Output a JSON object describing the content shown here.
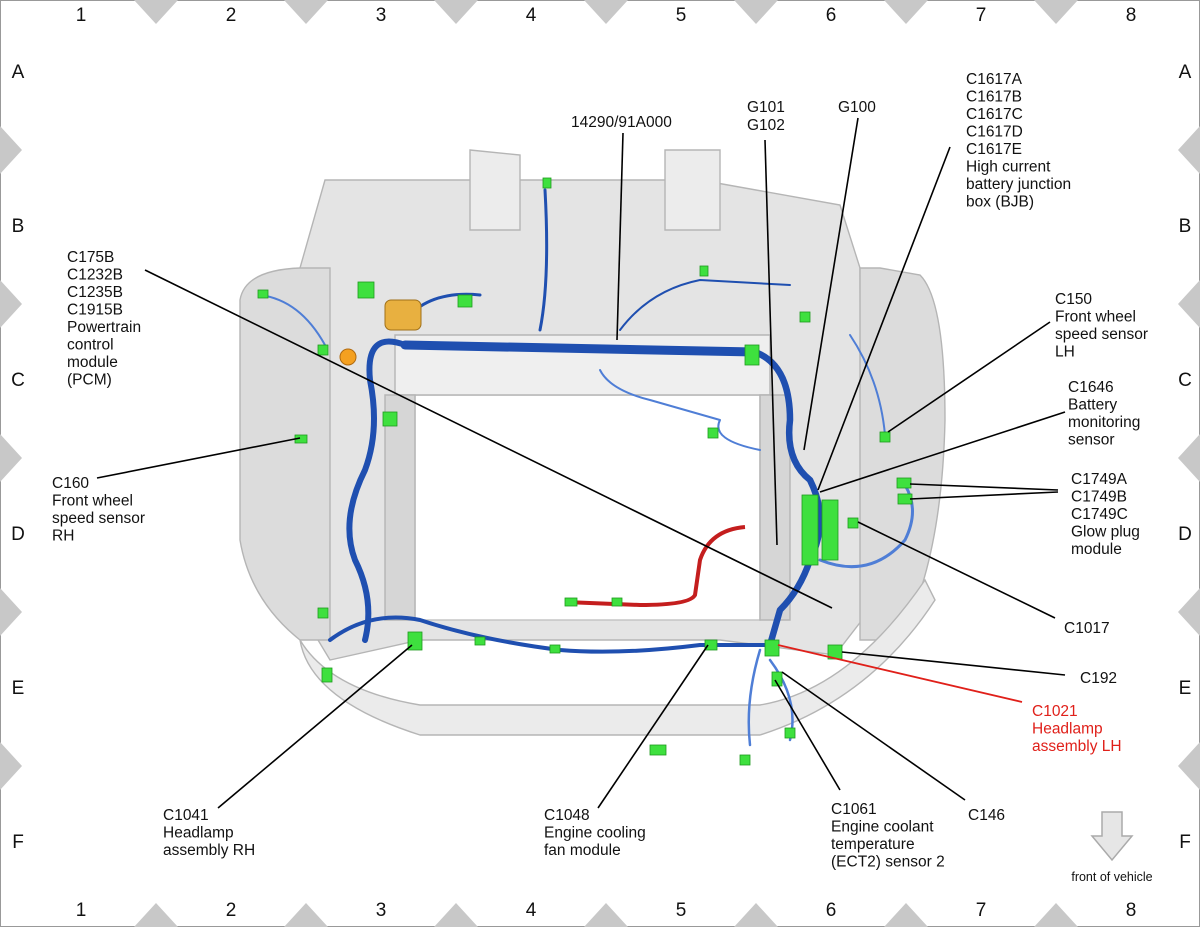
{
  "grid": {
    "columns": [
      "1",
      "2",
      "3",
      "4",
      "5",
      "6",
      "7",
      "8"
    ],
    "rows": [
      "A",
      "B",
      "C",
      "D",
      "E",
      "F"
    ]
  },
  "labels": [
    {
      "id": "label-14290",
      "lines": [
        "14290/91A000"
      ],
      "highlight": false
    },
    {
      "id": "label-g101-g102",
      "lines": [
        "G101",
        "G102"
      ],
      "highlight": false
    },
    {
      "id": "label-g100",
      "lines": [
        "G100"
      ],
      "highlight": false
    },
    {
      "id": "label-c1617-bjb",
      "lines": [
        "C1617A",
        "C1617B",
        "C1617C",
        "C1617D",
        "C1617E",
        "High current",
        "battery junction",
        "box (BJB)"
      ],
      "highlight": false
    },
    {
      "id": "label-c175b-pcm",
      "lines": [
        "C175B",
        "C1232B",
        "C1235B",
        "C1915B",
        "Powertrain",
        "control",
        "module",
        "(PCM)"
      ],
      "highlight": false
    },
    {
      "id": "label-c150",
      "lines": [
        "C150",
        "Front wheel",
        "speed sensor",
        "LH"
      ],
      "highlight": false
    },
    {
      "id": "label-c1646",
      "lines": [
        "C1646",
        "Battery",
        "monitoring",
        "sensor"
      ],
      "highlight": false
    },
    {
      "id": "label-c160",
      "lines": [
        "C160",
        "Front wheel",
        "speed sensor",
        "RH"
      ],
      "highlight": false
    },
    {
      "id": "label-c1749",
      "lines": [
        "C1749A",
        "C1749B",
        "C1749C",
        "Glow plug",
        "module"
      ],
      "highlight": false
    },
    {
      "id": "label-c1017",
      "lines": [
        "C1017"
      ],
      "highlight": false
    },
    {
      "id": "label-c192",
      "lines": [
        "C192"
      ],
      "highlight": false
    },
    {
      "id": "label-c1021",
      "lines": [
        "C1021",
        "Headlamp",
        "assembly LH"
      ],
      "highlight": true
    },
    {
      "id": "label-c1041",
      "lines": [
        "C1041",
        "Headlamp",
        "assembly RH"
      ],
      "highlight": false
    },
    {
      "id": "label-c1048",
      "lines": [
        "C1048",
        "Engine cooling",
        "fan module"
      ],
      "highlight": false
    },
    {
      "id": "label-c1061",
      "lines": [
        "C1061",
        "Engine coolant",
        "temperature",
        "(ECT2) sensor 2"
      ],
      "highlight": false
    },
    {
      "id": "label-c146",
      "lines": [
        "C146"
      ],
      "highlight": false
    }
  ],
  "front_note": "front of vehicle",
  "colors": {
    "harness": "#1f4fb0",
    "harness_light": "#4f7ed6",
    "connector": "#3ee03e",
    "battery_cable": "#c41e1e",
    "highlight": "#e0201a",
    "frame": "#e2e2e2",
    "frame_edge": "#b8b8b8",
    "border_triangle": "#c8c8c8"
  }
}
